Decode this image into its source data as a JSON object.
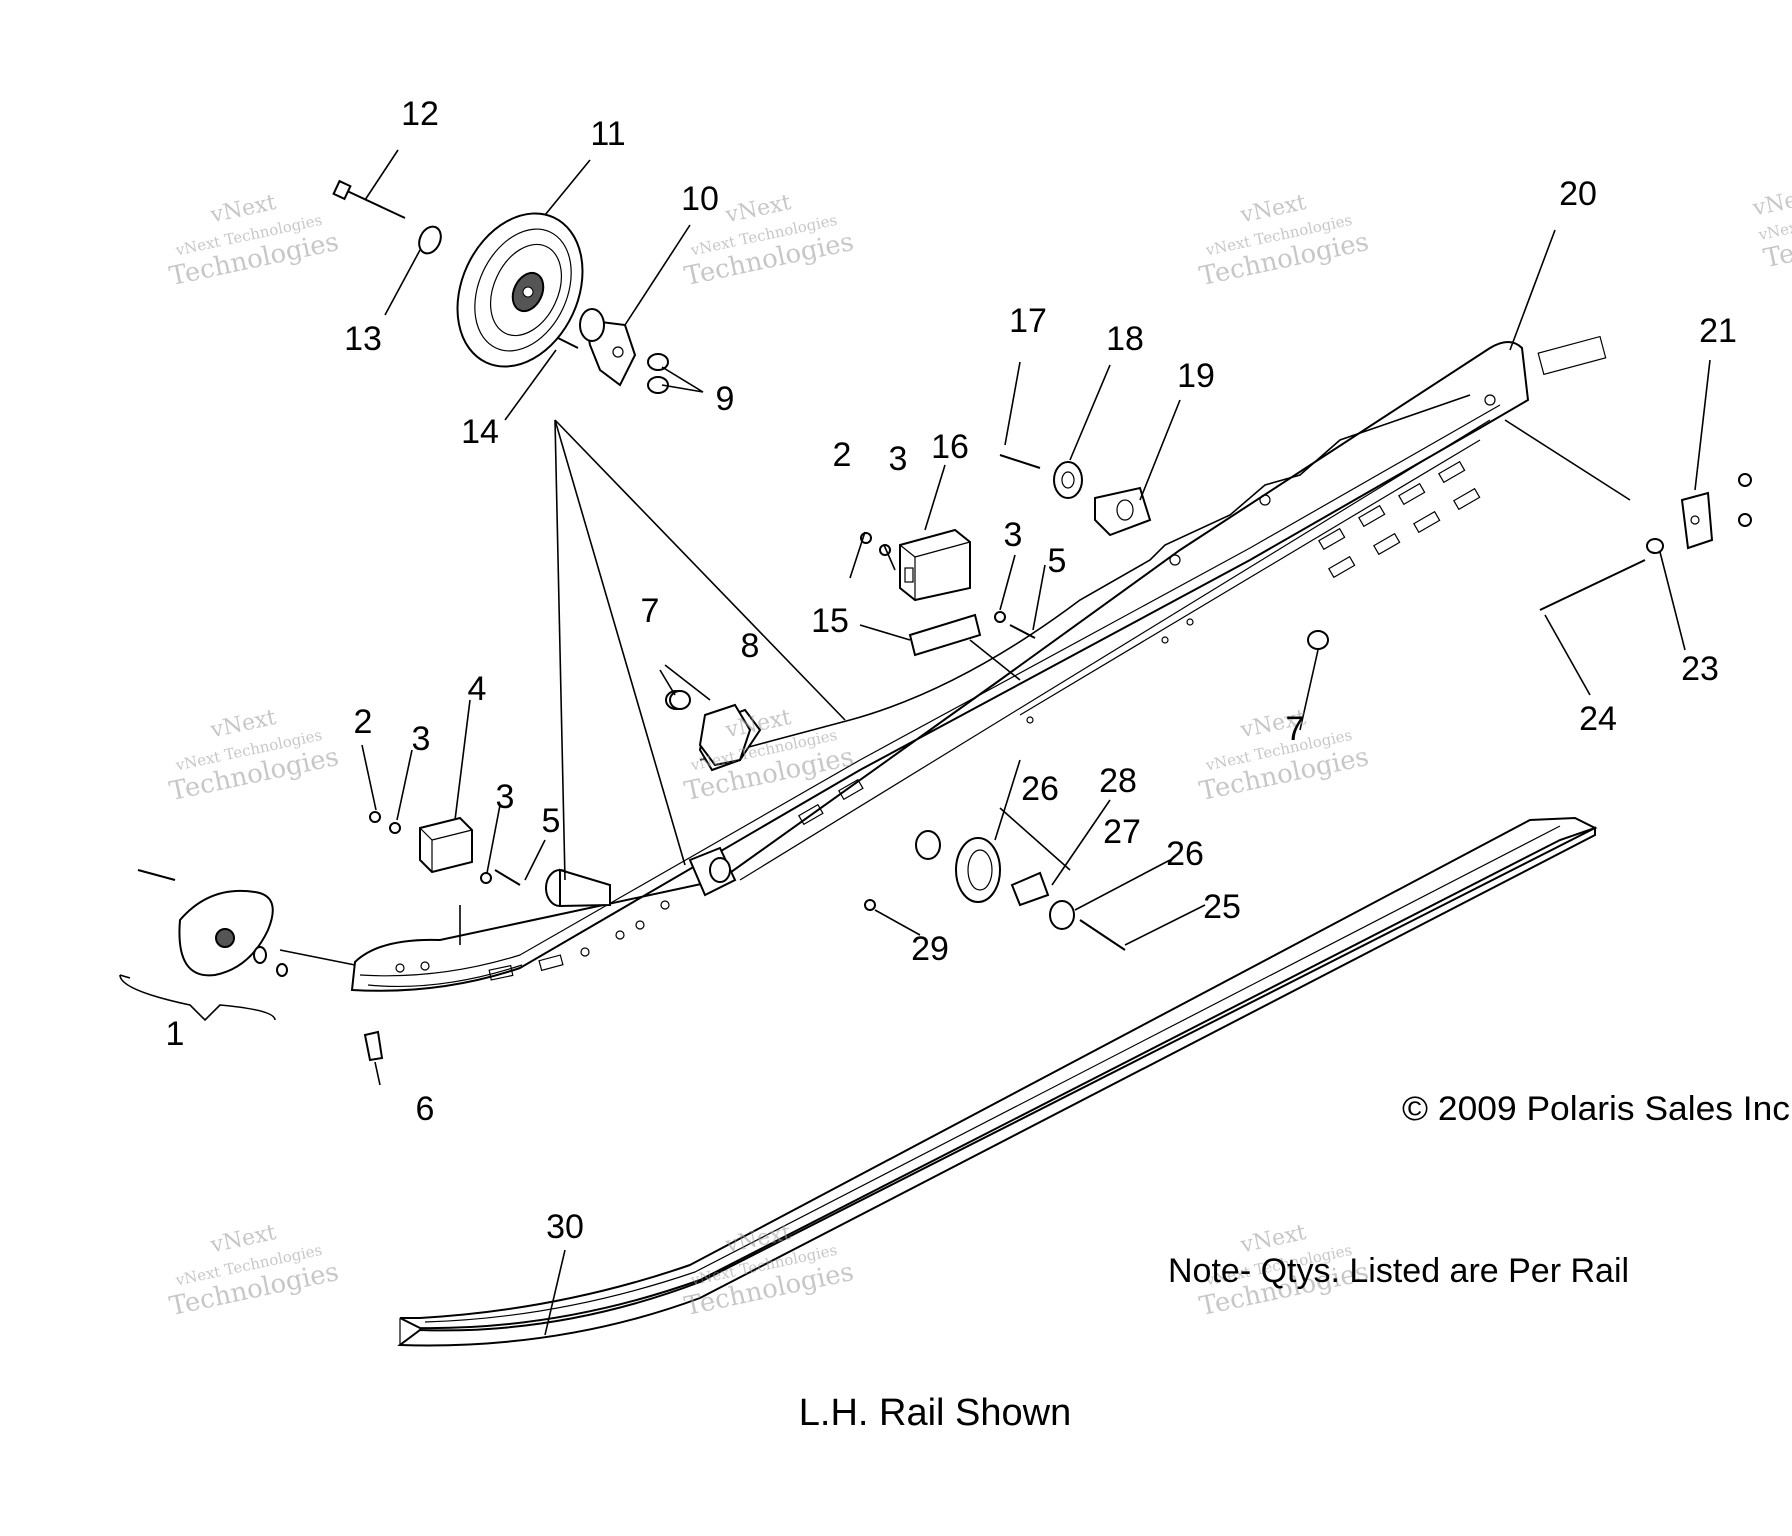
{
  "callouts": [
    {
      "id": "c1",
      "text": "1"
    },
    {
      "id": "c2a",
      "text": "2"
    },
    {
      "id": "c2b",
      "text": "2"
    },
    {
      "id": "c3a",
      "text": "3"
    },
    {
      "id": "c3b",
      "text": "3"
    },
    {
      "id": "c3c",
      "text": "3"
    },
    {
      "id": "c3d",
      "text": "3"
    },
    {
      "id": "c4",
      "text": "4"
    },
    {
      "id": "c5a",
      "text": "5"
    },
    {
      "id": "c5b",
      "text": "5"
    },
    {
      "id": "c6",
      "text": "6"
    },
    {
      "id": "c7a",
      "text": "7"
    },
    {
      "id": "c7b",
      "text": "7"
    },
    {
      "id": "c8",
      "text": "8"
    },
    {
      "id": "c9",
      "text": "9"
    },
    {
      "id": "c10",
      "text": "10"
    },
    {
      "id": "c11",
      "text": "11"
    },
    {
      "id": "c12",
      "text": "12"
    },
    {
      "id": "c13",
      "text": "13"
    },
    {
      "id": "c14",
      "text": "14"
    },
    {
      "id": "c15",
      "text": "15"
    },
    {
      "id": "c16",
      "text": "16"
    },
    {
      "id": "c17",
      "text": "17"
    },
    {
      "id": "c18",
      "text": "18"
    },
    {
      "id": "c19",
      "text": "19"
    },
    {
      "id": "c20",
      "text": "20"
    },
    {
      "id": "c21",
      "text": "21"
    },
    {
      "id": "c23",
      "text": "23"
    },
    {
      "id": "c24",
      "text": "24"
    },
    {
      "id": "c25",
      "text": "25"
    },
    {
      "id": "c26a",
      "text": "26"
    },
    {
      "id": "c26b",
      "text": "26"
    },
    {
      "id": "c27",
      "text": "27"
    },
    {
      "id": "c28",
      "text": "28"
    },
    {
      "id": "c29",
      "text": "29"
    },
    {
      "id": "c30",
      "text": "30"
    }
  ],
  "copyright": "© 2009 Polaris Sales Inc",
  "note": "Note- Qtys. Listed are Per Rail",
  "caption": "L.H. Rail Shown",
  "watermark": {
    "line1": "vNext",
    "line2": "vNext Technologies",
    "line3": "Technologies"
  }
}
